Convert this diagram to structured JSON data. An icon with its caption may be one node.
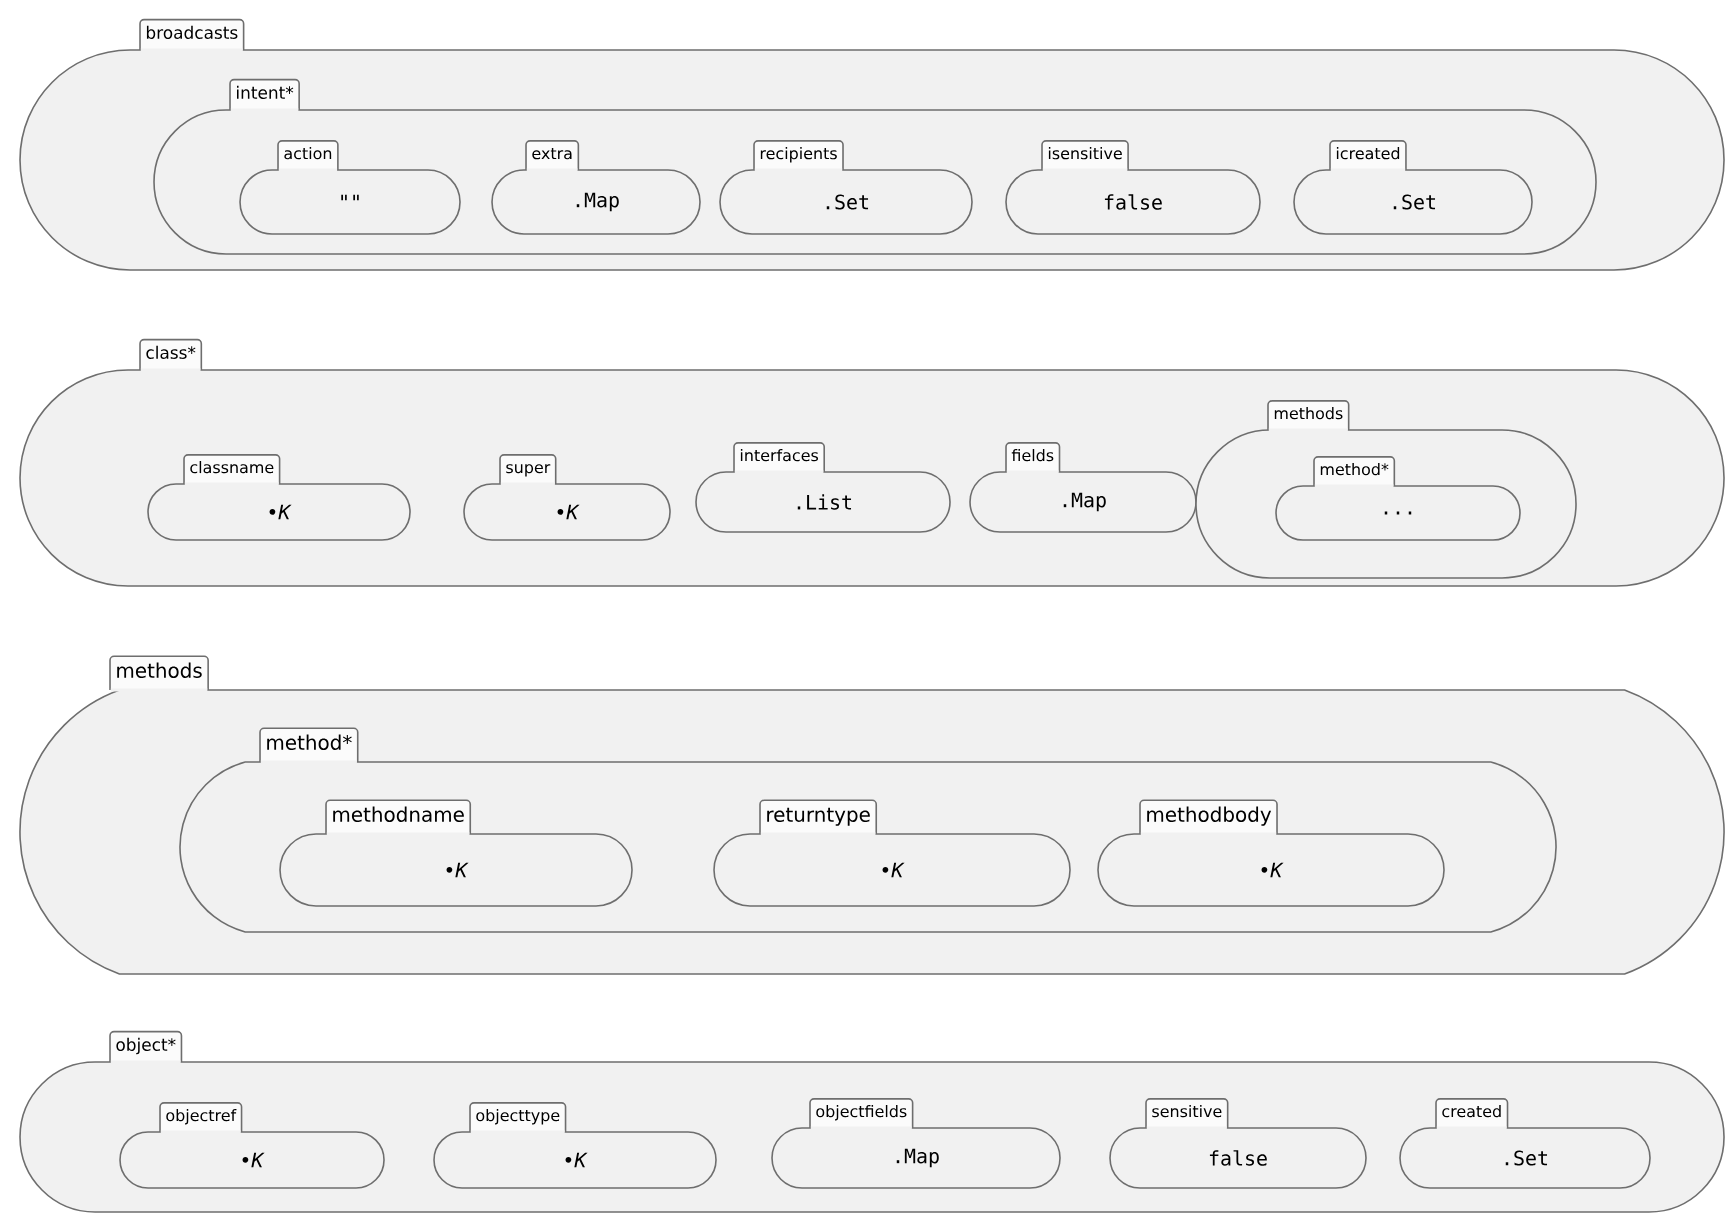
{
  "diagram": {
    "nodes": [
      {
        "text": [
          "broadcasts"
        ]
      },
      {
        "text": [
          "intent*"
        ],
        "in": 0
      },
      {
        "text": [
          "action",
          "\"\""
        ],
        "in": 1
      },
      {
        "text": [
          "extra",
          ".Map"
        ],
        "in": 1
      },
      {
        "text": [
          "recipients",
          ".Set"
        ],
        "in": 1
      },
      {
        "text": [
          "isensitive",
          "false"
        ],
        "in": 1
      },
      {
        "text": [
          "icreated",
          ".Set"
        ],
        "in": 1
      },
      {
        "text": [
          "class*"
        ]
      },
      {
        "text": [
          "classname",
          "•*K*"
        ],
        "in": 7
      },
      {
        "text": [
          "super",
          "•*K*"
        ],
        "in": 7
      },
      {
        "text": [
          "interfaces",
          ".List"
        ],
        "in": 7
      },
      {
        "text": [
          "fields",
          ".Map"
        ],
        "in": 7
      },
      {
        "text": [
          "methods"
        ],
        "in": 7
      },
      {
        "text": [
          "method*",
          "..."
        ],
        "in": 12
      },
      {
        "text": [
          "methods"
        ]
      },
      {
        "text": [
          "method*"
        ],
        "in": 14
      },
      {
        "text": [
          "methodname",
          "•*K*"
        ],
        "in": 15
      },
      {
        "text": [
          "returntype",
          "•*K*"
        ],
        "in": 15
      },
      {
        "text": [
          "methodbody",
          "•*K*"
        ],
        "in": 15
      },
      {
        "text": [
          "object*"
        ]
      },
      {
        "text": [
          "objectref",
          "•*K*"
        ],
        "in": 19
      },
      {
        "text": [
          "objecttype",
          "•*K*"
        ],
        "in": 19
      },
      {
        "text": [
          "objectfields",
          ".Map"
        ],
        "in": 19
      },
      {
        "text": [
          "sensitive",
          "false"
        ],
        "in": 19
      },
      {
        "text": [
          "created",
          ".Set"
        ],
        "in": 19
      }
    ]
  }
}
